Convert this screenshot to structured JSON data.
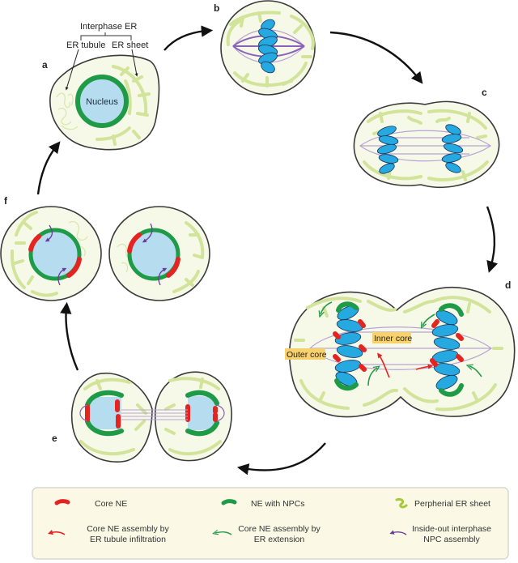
{
  "figure": {
    "panels": {
      "a": "a",
      "b": "b",
      "c": "c",
      "d": "d",
      "e": "e",
      "f": "f"
    },
    "annotations": {
      "interphase_er": "Interphase ER",
      "er_tubule": "ER tubule",
      "er_sheet": "ER sheet",
      "nucleus": "Nucleus",
      "inner_core": "Inner core",
      "outer_core": "Outer core"
    },
    "legend": {
      "items": [
        {
          "label_lines": [
            "Core NE"
          ],
          "symbol": "red-ne-segment",
          "color": "#e52421"
        },
        {
          "label_lines": [
            "NE with NPCs"
          ],
          "symbol": "green-ne-segment",
          "color": "#1f9a47"
        },
        {
          "label_lines": [
            "Perpherial ER sheet"
          ],
          "symbol": "er-sheet-squiggle",
          "color": "#a8c83c"
        },
        {
          "label_lines": [
            "Core NE assembly by",
            "ER tubule infiltration"
          ],
          "symbol": "red-curved-arrow",
          "color": "#e52421"
        },
        {
          "label_lines": [
            "Core NE assembly by",
            "ER extension"
          ],
          "symbol": "green-curved-arrow",
          "color": "#2a9a4a"
        },
        {
          "label_lines": [
            "Inside-out interphase",
            "NPC assembly"
          ],
          "symbol": "purple-curved-arrow",
          "color": "#6a3d9a"
        }
      ]
    },
    "colors": {
      "core_ne": "#e52421",
      "ne_with_npcs": "#1f9a47",
      "nucleus": "#b5dcef",
      "chromosome": "#25a9e0",
      "er": "#d2e39a",
      "spindle": "#b9a3d6",
      "label_highlight": "#f7d16b",
      "legend_background": "#fbf8e6"
    }
  }
}
